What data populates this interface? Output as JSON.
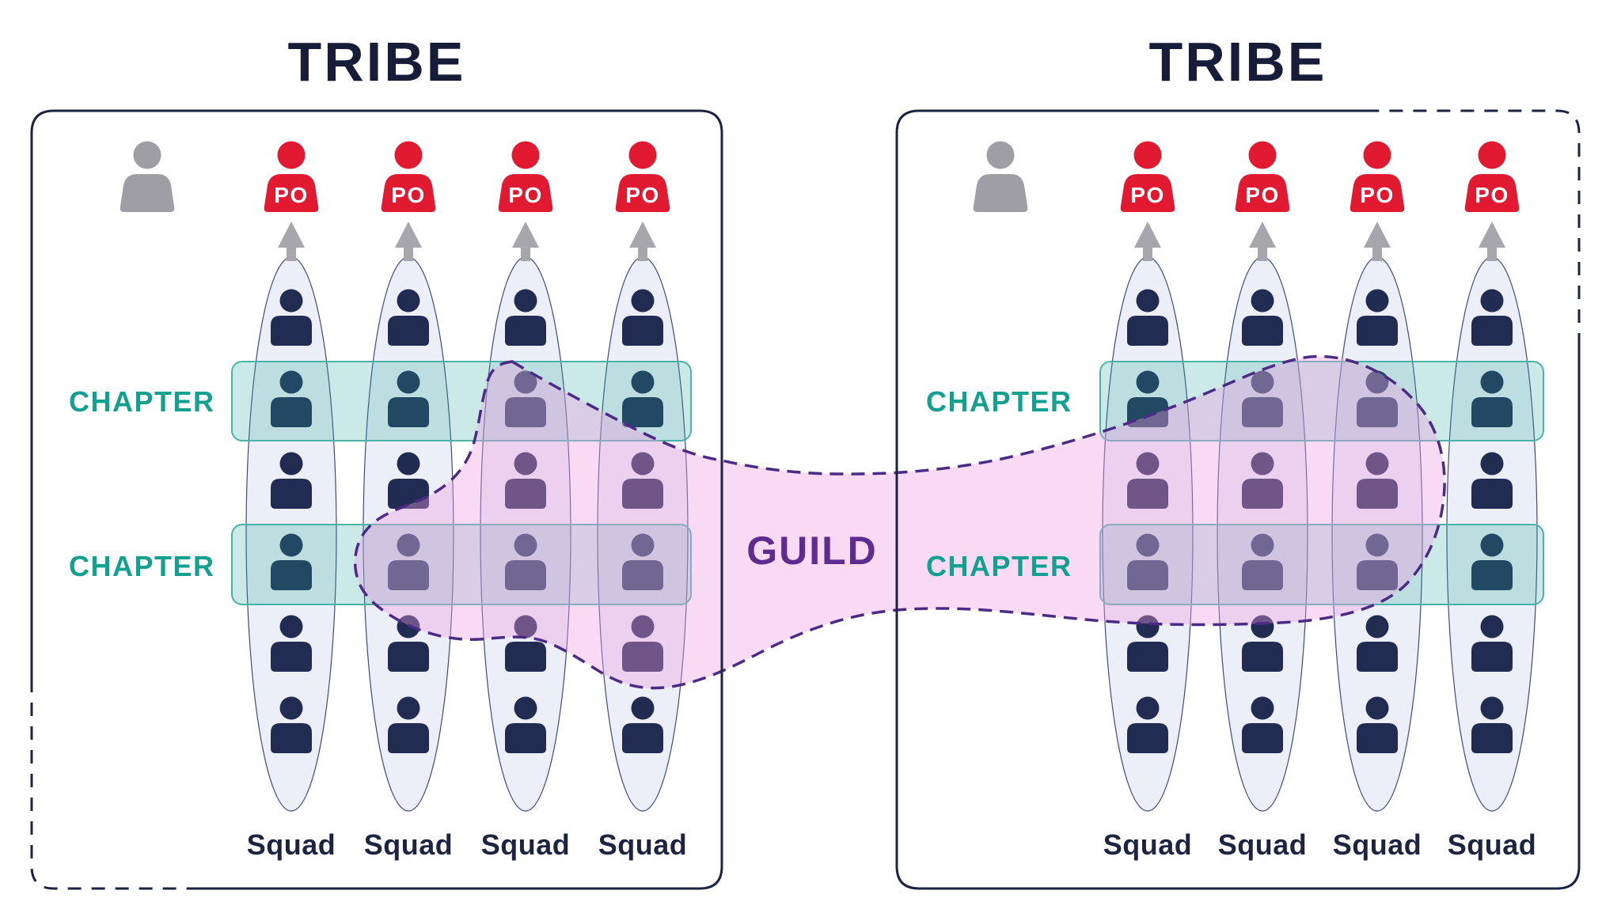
{
  "diagram": {
    "type": "spotify-agile-org-model",
    "guild": {
      "label": "GUILD"
    },
    "tribes": [
      {
        "title": "TRIBE",
        "lead_icon": "tribe-lead-person-icon",
        "chapters": [
          {
            "label": "CHAPTER"
          },
          {
            "label": "CHAPTER"
          }
        ],
        "squads": [
          {
            "label": "Squad",
            "po_badge": "PO",
            "member_count": 6
          },
          {
            "label": "Squad",
            "po_badge": "PO",
            "member_count": 6
          },
          {
            "label": "Squad",
            "po_badge": "PO",
            "member_count": 6
          },
          {
            "label": "Squad",
            "po_badge": "PO",
            "member_count": 6
          }
        ]
      },
      {
        "title": "TRIBE",
        "lead_icon": "tribe-lead-person-icon",
        "chapters": [
          {
            "label": "CHAPTER"
          },
          {
            "label": "CHAPTER"
          }
        ],
        "squads": [
          {
            "label": "Squad",
            "po_badge": "PO",
            "member_count": 6
          },
          {
            "label": "Squad",
            "po_badge": "PO",
            "member_count": 6
          },
          {
            "label": "Squad",
            "po_badge": "PO",
            "member_count": 6
          },
          {
            "label": "Squad",
            "po_badge": "PO",
            "member_count": 6
          }
        ]
      }
    ],
    "colors": {
      "title_navy": "#171c38",
      "member_navy": "#222b52",
      "po_red": "#e11a31",
      "lead_gray": "#9e9ea4",
      "arrow_gray": "#a6a6ac",
      "squad_ellipse_fill": "#eceff7",
      "squad_ellipse_stroke": "#3e4b81",
      "chapter_text_teal": "#12a090",
      "chapter_band_fill": "rgba(38,166,154,0.24)",
      "chapter_band_stroke": "#4ab3a7",
      "guild_fill_pink": "rgba(239,159,227,0.38)",
      "guild_border_purple": "#4c2b86",
      "guild_text_purple": "#5e2b8f",
      "tribe_border_navy": "#1d2342"
    }
  }
}
